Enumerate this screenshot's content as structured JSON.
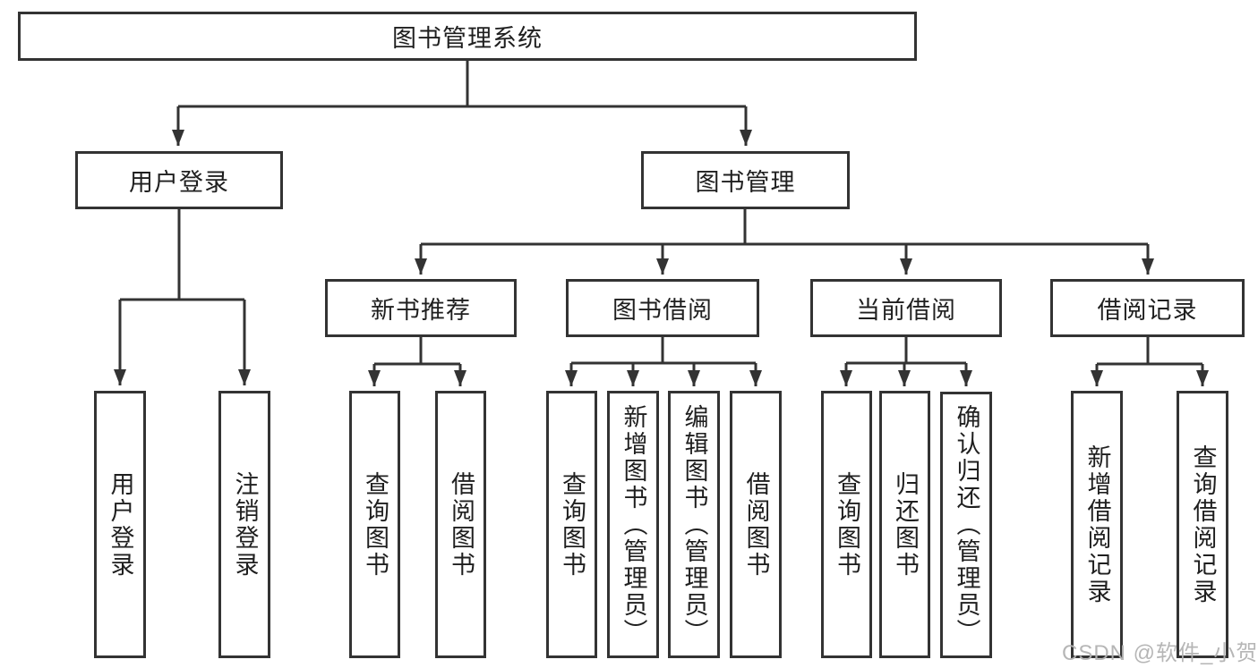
{
  "diagram": {
    "title": "图书管理系统",
    "level2": [
      {
        "label": "用户登录"
      },
      {
        "label": "图书管理"
      }
    ],
    "level3": [
      {
        "label": "新书推荐",
        "parent": "图书管理"
      },
      {
        "label": "图书借阅",
        "parent": "图书管理"
      },
      {
        "label": "当前借阅",
        "parent": "图书管理"
      },
      {
        "label": "借阅记录",
        "parent": "图书管理"
      }
    ],
    "leaves": [
      {
        "label": "用户登录",
        "parent": "用户登录"
      },
      {
        "label": "注销登录",
        "parent": "用户登录"
      },
      {
        "label": "查询图书",
        "parent": "新书推荐"
      },
      {
        "label": "借阅图书",
        "parent": "新书推荐"
      },
      {
        "label": "查询图书",
        "parent": "图书借阅"
      },
      {
        "label": "新增图书（管理员）",
        "parent": "图书借阅"
      },
      {
        "label": "编辑图书（管理员）",
        "parent": "图书借阅"
      },
      {
        "label": "借阅图书",
        "parent": "图书借阅"
      },
      {
        "label": "查询图书",
        "parent": "当前借阅"
      },
      {
        "label": "归还图书",
        "parent": "当前借阅"
      },
      {
        "label": "确认归还（管理员）",
        "parent": "当前借阅"
      },
      {
        "label": "新增借阅记录",
        "parent": "借阅记录"
      },
      {
        "label": "查询借阅记录",
        "parent": "借阅记录"
      }
    ]
  },
  "watermark": {
    "text": "CSDN @软件_小贺同学"
  },
  "colors": {
    "line": "#333333",
    "box_border": "#333333",
    "text": "#1f1f1f",
    "watermark": "#b2b2b2",
    "background": "#ffffff"
  }
}
